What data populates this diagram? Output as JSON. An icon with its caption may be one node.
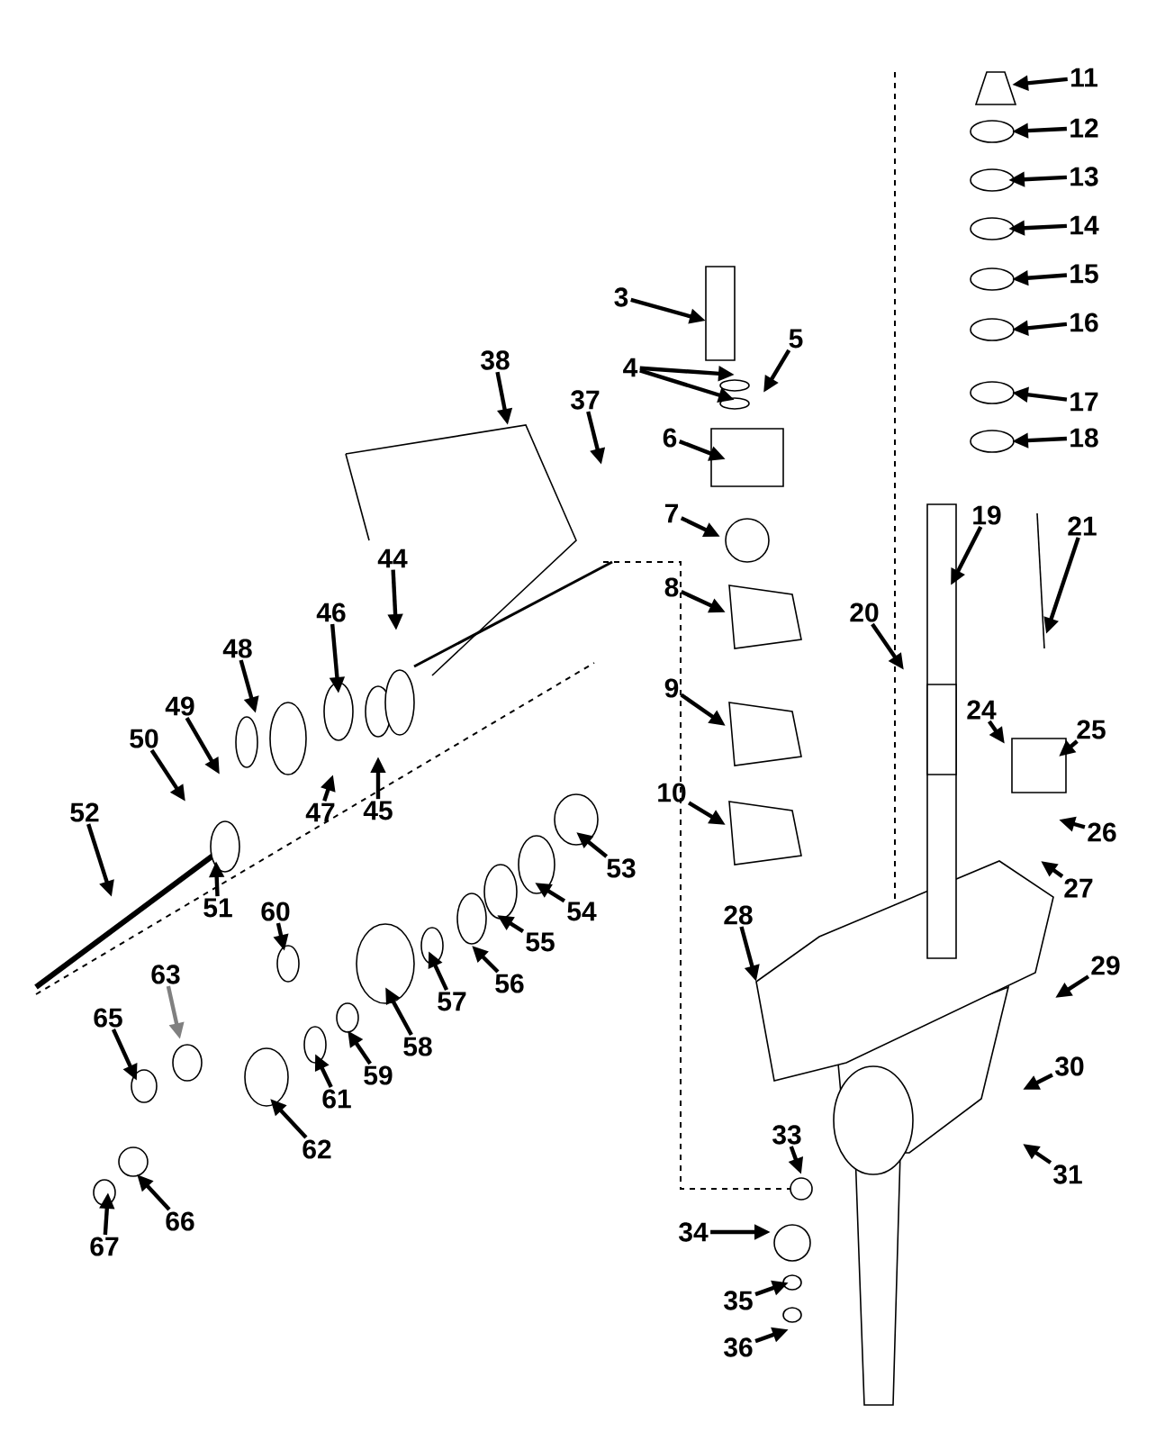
{
  "diagram": {
    "nodes": [
      {
        "text": [
          "3"
        ]
      },
      {
        "text": [
          "4"
        ]
      },
      {
        "text": [
          "5"
        ]
      },
      {
        "text": [
          "6"
        ]
      },
      {
        "text": [
          "7"
        ]
      },
      {
        "text": [
          "8"
        ]
      },
      {
        "text": [
          "9"
        ]
      },
      {
        "text": [
          "10"
        ]
      },
      {
        "text": [
          "11"
        ]
      },
      {
        "text": [
          "12"
        ]
      },
      {
        "text": [
          "13"
        ]
      },
      {
        "text": [
          "14"
        ]
      },
      {
        "text": [
          "15"
        ]
      },
      {
        "text": [
          "16"
        ]
      },
      {
        "text": [
          "17"
        ]
      },
      {
        "text": [
          "18"
        ]
      },
      {
        "text": [
          "19"
        ]
      },
      {
        "text": [
          "20"
        ]
      },
      {
        "text": [
          "21"
        ]
      },
      {
        "text": [
          "24"
        ]
      },
      {
        "text": [
          "25"
        ]
      },
      {
        "text": [
          "26"
        ]
      },
      {
        "text": [
          "27"
        ]
      },
      {
        "text": [
          "28"
        ]
      },
      {
        "text": [
          "29"
        ]
      },
      {
        "text": [
          "30"
        ]
      },
      {
        "text": [
          "31"
        ]
      },
      {
        "text": [
          "33"
        ]
      },
      {
        "text": [
          "34"
        ]
      },
      {
        "text": [
          "35"
        ]
      },
      {
        "text": [
          "36"
        ]
      },
      {
        "text": [
          "37"
        ]
      },
      {
        "text": [
          "38"
        ]
      },
      {
        "text": [
          "44"
        ]
      },
      {
        "text": [
          "45"
        ]
      },
      {
        "text": [
          "46"
        ]
      },
      {
        "text": [
          "47"
        ]
      },
      {
        "text": [
          "48"
        ]
      },
      {
        "text": [
          "49"
        ]
      },
      {
        "text": [
          "50"
        ]
      },
      {
        "text": [
          "51"
        ]
      },
      {
        "text": [
          "52"
        ]
      },
      {
        "text": [
          "53"
        ]
      },
      {
        "text": [
          "54"
        ]
      },
      {
        "text": [
          "55"
        ]
      },
      {
        "text": [
          "56"
        ]
      },
      {
        "text": [
          "57"
        ]
      },
      {
        "text": [
          "58"
        ]
      },
      {
        "text": [
          "59"
        ]
      },
      {
        "text": [
          "60"
        ]
      },
      {
        "text": [
          "61"
        ]
      },
      {
        "text": [
          "62"
        ]
      },
      {
        "text": [
          "63"
        ]
      },
      {
        "text": [
          "65"
        ]
      },
      {
        "text": [
          "66"
        ]
      },
      {
        "text": [
          "67"
        ]
      }
    ],
    "edges": [
      {
        "from": 0,
        "to": null,
        "arrow": "to"
      },
      {
        "from": 1,
        "to": null,
        "arrow": "to"
      },
      {
        "from": 2,
        "to": null,
        "arrow": "to"
      },
      {
        "from": 3,
        "to": null,
        "arrow": "to"
      },
      {
        "from": 4,
        "to": null,
        "arrow": "to"
      },
      {
        "from": 5,
        "to": null,
        "arrow": "to"
      },
      {
        "from": 6,
        "to": null,
        "arrow": "to"
      },
      {
        "from": 7,
        "to": null,
        "arrow": "to"
      },
      {
        "from": 8,
        "to": null,
        "arrow": "to"
      },
      {
        "from": 9,
        "to": null,
        "arrow": "to"
      },
      {
        "from": 10,
        "to": null,
        "arrow": "to"
      },
      {
        "from": 11,
        "to": null,
        "arrow": "to"
      },
      {
        "from": 12,
        "to": null,
        "arrow": "to"
      },
      {
        "from": 13,
        "to": null,
        "arrow": "to"
      },
      {
        "from": 14,
        "to": null,
        "arrow": "to"
      },
      {
        "from": 15,
        "to": null,
        "arrow": "to"
      },
      {
        "from": 16,
        "to": null,
        "arrow": "to"
      },
      {
        "from": 17,
        "to": null,
        "arrow": "to"
      },
      {
        "from": 18,
        "to": null,
        "arrow": "to"
      },
      {
        "from": 19,
        "to": null,
        "arrow": "to"
      },
      {
        "from": 20,
        "to": null,
        "arrow": "to"
      },
      {
        "from": 21,
        "to": null,
        "arrow": "to"
      },
      {
        "from": 22,
        "to": null,
        "arrow": "to"
      },
      {
        "from": 23,
        "to": null,
        "arrow": "to"
      },
      {
        "from": 24,
        "to": null,
        "arrow": "to"
      },
      {
        "from": 25,
        "to": null,
        "arrow": "to"
      },
      {
        "from": 26,
        "to": null,
        "arrow": "to"
      },
      {
        "from": 27,
        "to": null,
        "arrow": "to"
      },
      {
        "from": 28,
        "to": null,
        "arrow": "to"
      },
      {
        "from": 29,
        "to": null,
        "arrow": "to"
      },
      {
        "from": 30,
        "to": null,
        "arrow": "to"
      },
      {
        "from": 31,
        "to": null,
        "arrow": "to"
      },
      {
        "from": 32,
        "to": null,
        "arrow": "to"
      },
      {
        "from": 33,
        "to": null,
        "arrow": "to"
      },
      {
        "from": 34,
        "to": null,
        "arrow": "to"
      },
      {
        "from": 35,
        "to": null,
        "arrow": "to"
      },
      {
        "from": 36,
        "to": null,
        "arrow": "to"
      },
      {
        "from": 37,
        "to": null,
        "arrow": "to"
      },
      {
        "from": 38,
        "to": null,
        "arrow": "to"
      },
      {
        "from": 39,
        "to": null,
        "arrow": "to"
      },
      {
        "from": 40,
        "to": null,
        "arrow": "to"
      },
      {
        "from": 41,
        "to": null,
        "arrow": "to"
      },
      {
        "from": 42,
        "to": null,
        "arrow": "to"
      },
      {
        "from": 43,
        "to": null,
        "arrow": "to"
      },
      {
        "from": 44,
        "to": null,
        "arrow": "to"
      },
      {
        "from": 45,
        "to": null,
        "arrow": "to"
      },
      {
        "from": 46,
        "to": null,
        "arrow": "to"
      },
      {
        "from": 47,
        "to": null,
        "arrow": "to"
      },
      {
        "from": 48,
        "to": null,
        "arrow": "to"
      },
      {
        "from": 49,
        "to": null,
        "arrow": "to"
      },
      {
        "from": 50,
        "to": null,
        "arrow": "to"
      },
      {
        "from": 51,
        "to": null,
        "arrow": "to"
      },
      {
        "from": 52,
        "to": null,
        "arrow": "to",
        "color": "#808080"
      },
      {
        "from": 53,
        "to": null,
        "arrow": "to"
      },
      {
        "from": 54,
        "to": null,
        "arrow": "to"
      },
      {
        "from": 55,
        "to": null,
        "arrow": "to"
      },
      {
        "from": 1,
        "to": null,
        "arrow": "to"
      }
    ]
  }
}
